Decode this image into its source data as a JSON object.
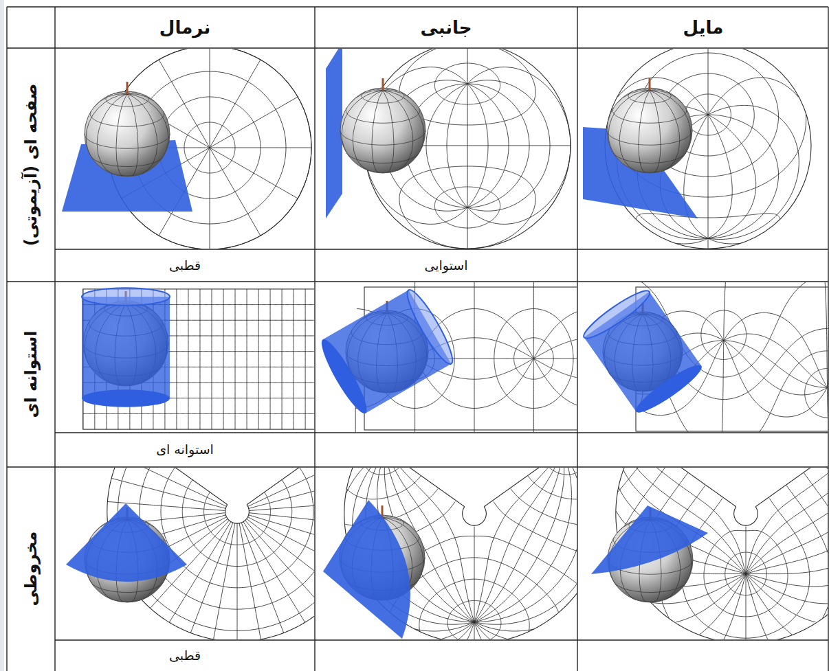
{
  "diagram": {
    "labels": [
      "نرمال",
      "جانبی",
      "مایل",
      "صفحه ای (آزیموتی)",
      "قطبی",
      "استوایی",
      "استوانه ای",
      "استوانه ای",
      "مخروطی",
      "قطبی"
    ]
  }
}
